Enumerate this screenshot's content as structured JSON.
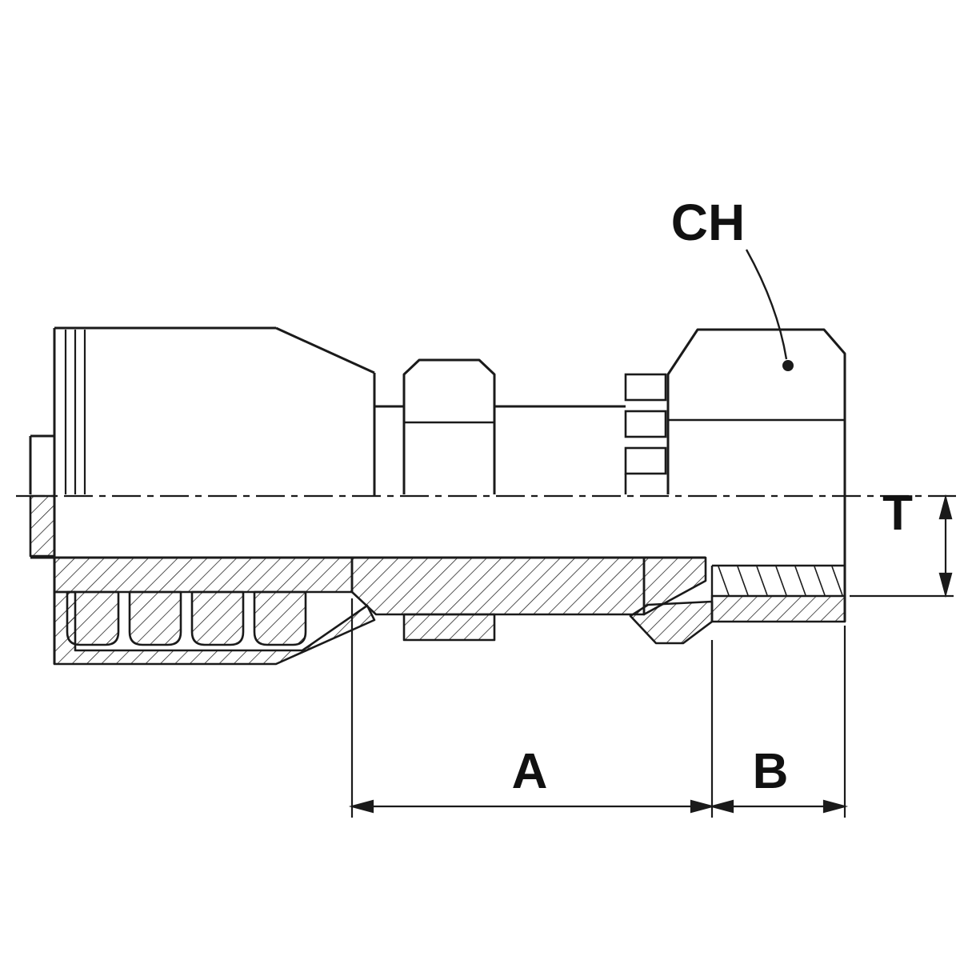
{
  "drawing": {
    "description": "Cross-section technical drawing of a crimped hydraulic hose fitting with female swivel hex nut",
    "labels": {
      "ch": "CH",
      "t": "T",
      "a": "A",
      "b": "B"
    },
    "colors": {
      "line": "#1a1a1a",
      "background": "#ffffff"
    }
  }
}
